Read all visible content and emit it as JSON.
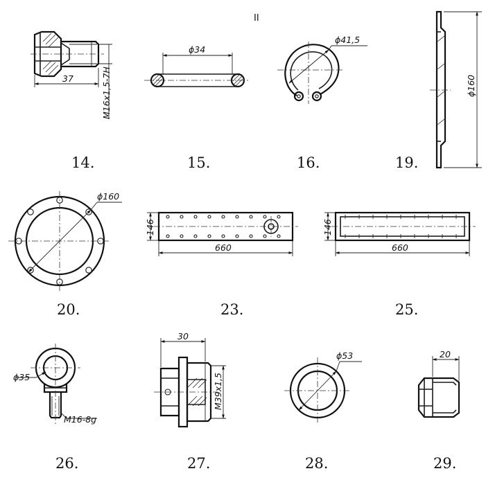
{
  "sheet_number": "II",
  "parts": [
    {
      "number": "14.",
      "dims": [
        "37",
        "M16x1,5-7H"
      ]
    },
    {
      "number": "15.",
      "dims": [
        "ϕ34"
      ]
    },
    {
      "number": "16.",
      "dims": [
        "ϕ41,5"
      ]
    },
    {
      "number": "19.",
      "dims": [
        "ϕ160"
      ]
    },
    {
      "number": "20.",
      "dims": [
        "ϕ160"
      ]
    },
    {
      "number": "23.",
      "dims": [
        "146",
        "660"
      ]
    },
    {
      "number": "25.",
      "dims": [
        "146",
        "660"
      ]
    },
    {
      "number": "26.",
      "dims": [
        "ϕ35",
        "M16-8g"
      ]
    },
    {
      "number": "27.",
      "dims": [
        "30",
        "M39x1,5"
      ]
    },
    {
      "number": "28.",
      "dims": [
        "ϕ53"
      ]
    },
    {
      "number": "29.",
      "dims": [
        "20"
      ]
    }
  ]
}
